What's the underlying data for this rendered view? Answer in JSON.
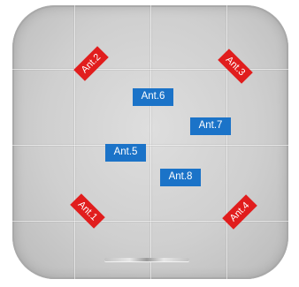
{
  "antennas": {
    "ant1": "Ant.1",
    "ant2": "Ant.2",
    "ant3": "Ant.3",
    "ant4": "Ant.4",
    "ant5": "Ant.5",
    "ant6": "Ant.6",
    "ant7": "Ant.7",
    "ant8": "Ant.8"
  },
  "colors": {
    "outer_antenna": "#e11d1d",
    "inner_antenna": "#1b73c8",
    "device_body": "#cfcfcf"
  }
}
